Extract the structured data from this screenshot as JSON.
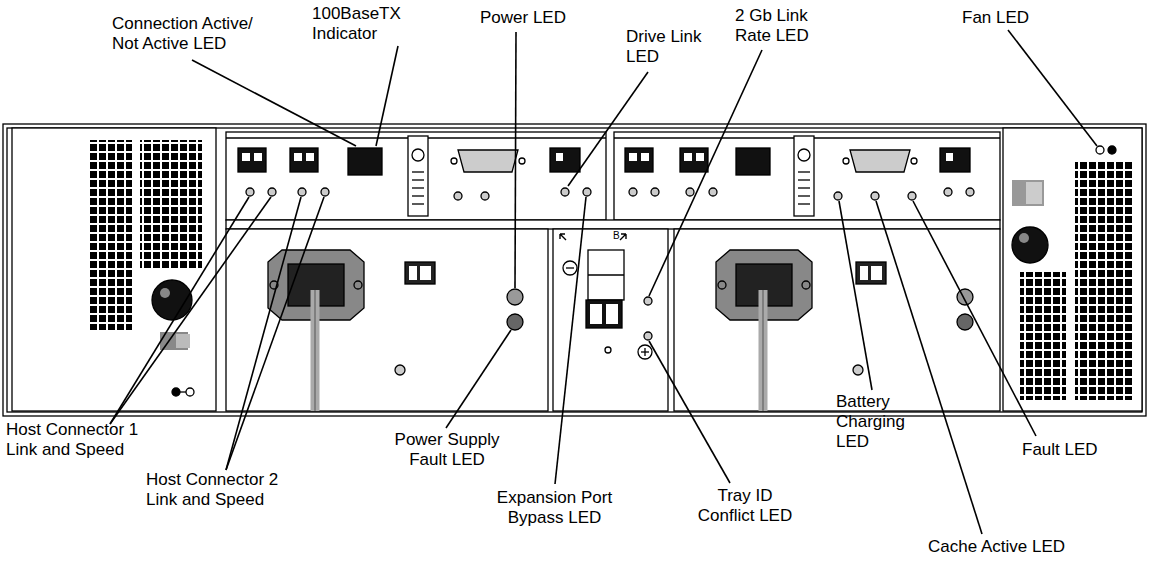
{
  "diagram": {
    "labels": [
      "Connection Active/ Not Active LED",
      "100BaseTX Indicator",
      "Power LED",
      "Drive Link LED",
      "2 Gb Link Rate LED",
      "Fan LED",
      "Host Connector 1 Link and Speed",
      "Host Connector 2 Link and Speed",
      "Power Supply Fault LED",
      "Expansion Port Bypass LED",
      "Tray ID Conflict LED",
      "Battery Charging LED",
      "Fault LED",
      "Cache Active LED",
      "B"
    ]
  }
}
